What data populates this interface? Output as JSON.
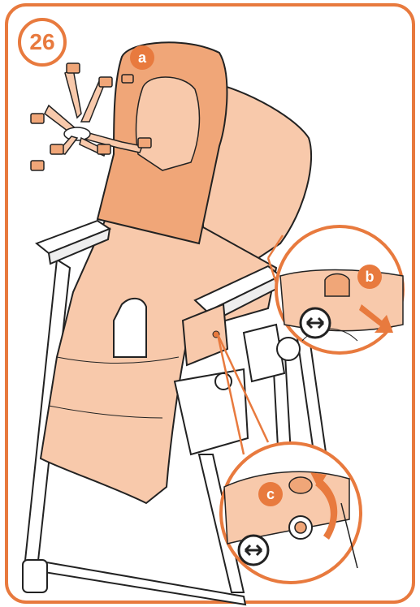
{
  "step": {
    "number": "26"
  },
  "callouts": {
    "a": "a",
    "b": "b",
    "c": "c"
  },
  "icons": [
    "step-number-badge",
    "harness-icon",
    "rotate-unlock-icon",
    "direction-arrow-icon"
  ],
  "colors": {
    "accent": "#e87a3e",
    "seat_pad": "#f8c9ab",
    "seat_pad_dark": "#f0a678",
    "outline": "#222222"
  }
}
